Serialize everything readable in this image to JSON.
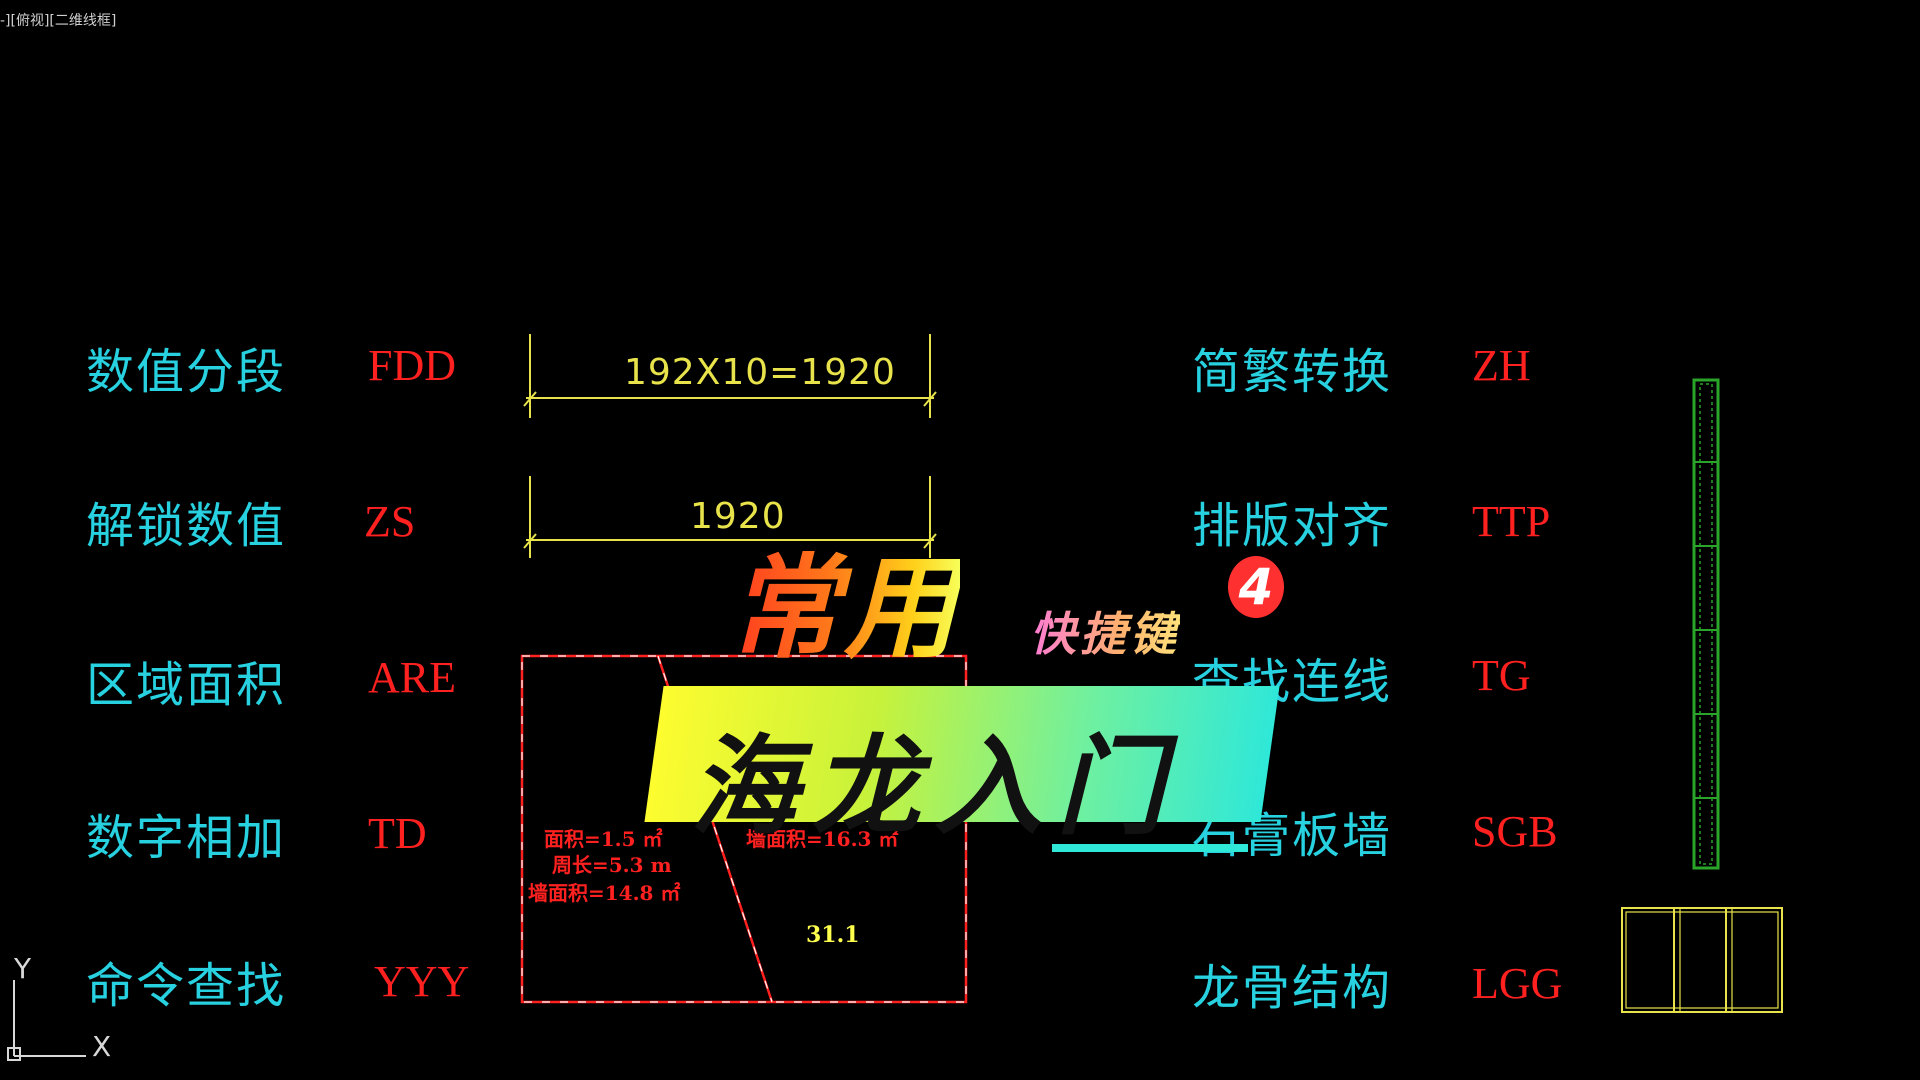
{
  "viewport": {
    "label": "-][俯视][二维线框]"
  },
  "commands_left": [
    {
      "name": "数值分段",
      "code": "FDD"
    },
    {
      "name": "解锁数值",
      "code": "ZS"
    },
    {
      "name": "区域面积",
      "code": "ARE"
    },
    {
      "name": "数字相加",
      "code": "TD"
    },
    {
      "name": "命令查找",
      "code": "YYY"
    }
  ],
  "commands_right": [
    {
      "name": "简繁转换",
      "code": "ZH"
    },
    {
      "name": "排版对齐",
      "code": "TTP"
    },
    {
      "name": "查找连线",
      "code": "TG"
    },
    {
      "name": "石膏板墙",
      "code": "SGB"
    },
    {
      "name": "龙骨结构",
      "code": "LGG"
    }
  ],
  "dimensions": {
    "top": "192X10=1920",
    "bottom": "1920"
  },
  "area_box": {
    "area": "面积=1.5 ㎡",
    "perimeter": "周长=5.3 m",
    "wall_area_left": "墙面积=14.8 ㎡",
    "wall_area_right": "墙面积=16.3 ㎡",
    "sum": "31.1"
  },
  "overlay": {
    "title_main": "常用",
    "title_sub": "快捷键",
    "badge": "4",
    "banner": "海龙入门"
  },
  "ucs": {
    "y": "Y",
    "x": "X"
  },
  "colors": {
    "background": "#000000",
    "label": "#27d1e0",
    "code": "#ff2020",
    "dimension": "#e8e34a",
    "green": "#2aa52a"
  }
}
